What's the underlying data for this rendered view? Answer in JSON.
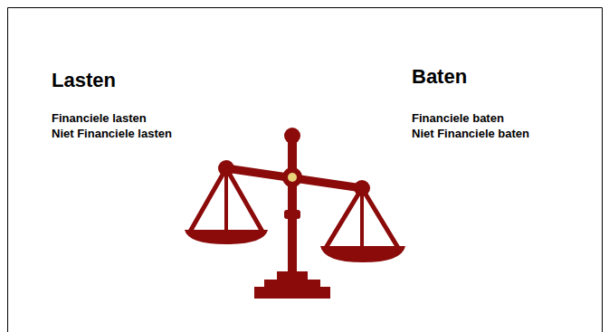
{
  "diagram": {
    "labels": [
      "Lasten",
      "Financiele lasten",
      "Niet Financiele lasten",
      "Baten",
      "Financiele baten",
      "Niet Financiele baten"
    ]
  }
}
